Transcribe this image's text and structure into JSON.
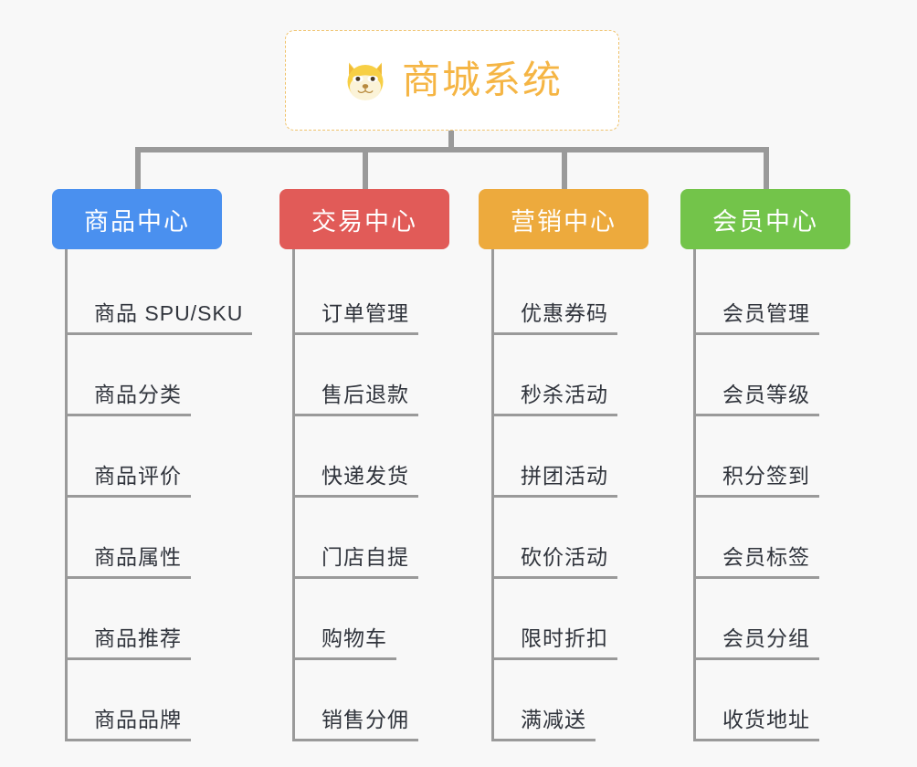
{
  "root": {
    "title": "商城系统",
    "icon": "shiba-dog-icon",
    "border_color": "#f0c36d",
    "text_color": "#f5b544",
    "background": "#ffffff"
  },
  "canvas": {
    "background": "#f8f8f8",
    "connector_color": "#9a9a9a"
  },
  "columns": [
    {
      "header": "商品中心",
      "color": "#4a90ef",
      "items": [
        "商品 SPU/SKU",
        "商品分类",
        "商品评价",
        "商品属性",
        "商品推荐",
        "商品品牌"
      ]
    },
    {
      "header": "交易中心",
      "color": "#e15b58",
      "items": [
        "订单管理",
        "售后退款",
        "快递发货",
        "门店自提",
        "购物车",
        "销售分佣"
      ]
    },
    {
      "header": "营销中心",
      "color": "#edaa3d",
      "items": [
        "优惠券码",
        "秒杀活动",
        "拼团活动",
        "砍价活动",
        "限时折扣",
        "满减送"
      ]
    },
    {
      "header": "会员中心",
      "color": "#73c council",
      "items": [
        "会员管理",
        "会员等级",
        "积分签到",
        "会员标签",
        "会员分组",
        "收货地址"
      ]
    }
  ]
}
